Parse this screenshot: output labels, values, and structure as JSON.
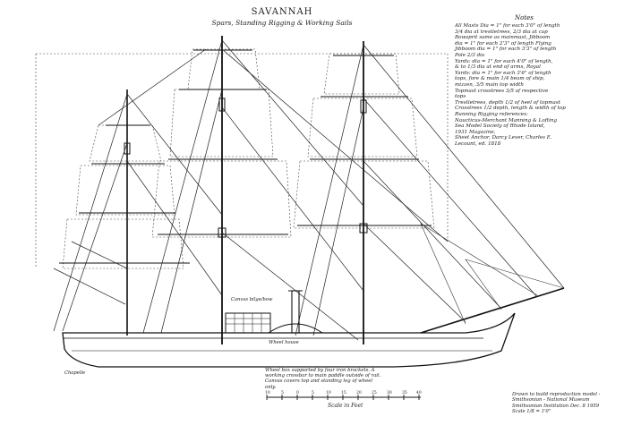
{
  "drawing": {
    "title": "SAVANNAH",
    "subtitle": "Spars, Standing Rigging & Working Sails",
    "notes_heading": "Notes",
    "notes": [
      "All Masts Dia = 1\" for each 3'0\" of length",
      "3/4 dia at trestletrees, 2/3 dia at cap",
      "Bowsprit same as mainmast, Jibboom",
      "dia = 1\" for each 2'3\" of length Flying",
      "Jibboom dia = 1\" for each 3'3\" of length",
      "Pole 2/3 dia",
      "Yards: dia = 1\" for each 4'0\" of length,",
      "& to 1/3 dia at end of arms, Royal",
      "Yards: dia = 1\" for each 3'6\" of length",
      "tops, fore & main 1/4 beam of ship,",
      "mizzen, 3/5 main top width",
      "Topmast crosstrees 3/5 of respective",
      "tops",
      "Trestletrees, depth 1/2 of heel of topmast",
      "Crosstrees 1/2 depth, length & width of top",
      "Running Rigging references:",
      "Naucticus-Merchant Manning & Lofting",
      "Sea Model Society of Rhode Island,",
      "1931 Magazine,",
      "Sheet Anchor, Darcy Lever, Charles E.",
      "Lecount, ed. 1818"
    ],
    "labels": {
      "canvas_bilge": "Canvas bilge/bow",
      "wheel_house": "Wheel house",
      "signature": "Chapelle"
    },
    "bottom_note": [
      "Wheel box supported by four iron brackets. A",
      "working crossbar to main paddle outside of rail.",
      "Canvas covers top and standing leg of wheel",
      "only."
    ],
    "scale": {
      "ticks": [
        "10",
        "5",
        "0",
        "5",
        "10",
        "15",
        "20",
        "25",
        "30",
        "35",
        "40"
      ],
      "caption": "Scale in Feet"
    },
    "credits": [
      "Drawn to build reproduction model -",
      "Smithsonian - National Museum",
      "Smithsonian Institution Dec. 8 1959",
      "Scale 1/8 = 1'0\""
    ]
  }
}
